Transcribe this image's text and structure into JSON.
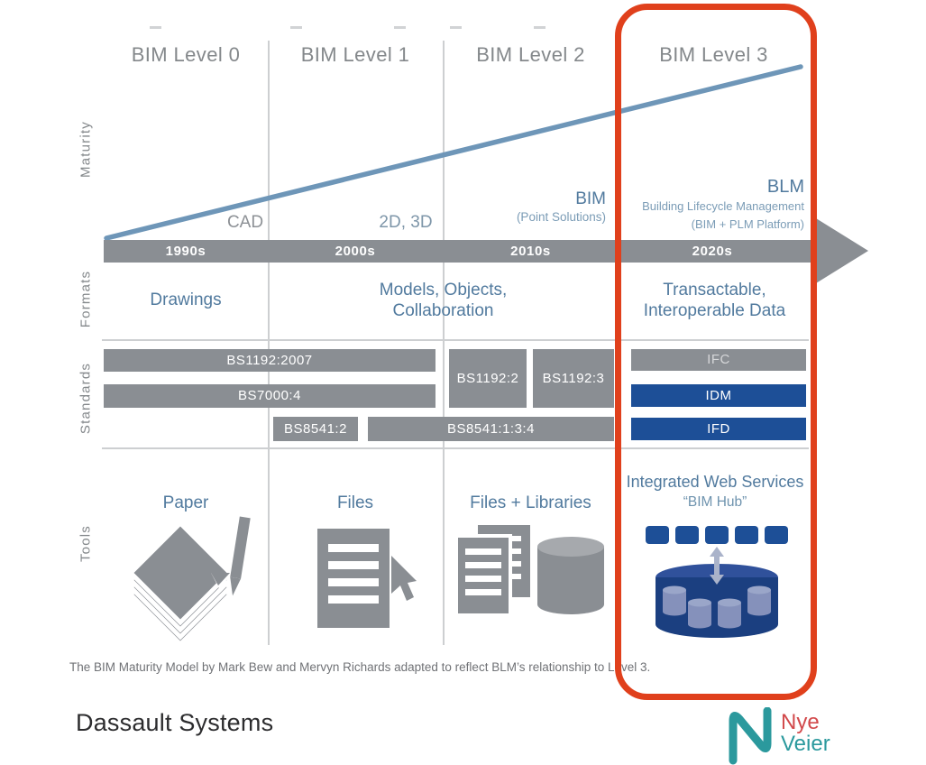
{
  "columns": [
    {
      "label": "BIM Level 0"
    },
    {
      "label": "BIM Level 1"
    },
    {
      "label": "BIM Level 2"
    },
    {
      "label": "BIM Level 3"
    }
  ],
  "row_labels": {
    "maturity": "Maturity",
    "formats": "Formats",
    "standards": "Standards",
    "tools": "Tools"
  },
  "timeline": {
    "decades": [
      {
        "label": "1990s"
      },
      {
        "label": "2000s"
      },
      {
        "label": "2010s"
      },
      {
        "label": "2020s"
      }
    ]
  },
  "eras": {
    "cad": "CAD",
    "d2_3d": "2D, 3D",
    "bim": "BIM",
    "bim_sub": "(Point Solutions)",
    "blm": "BLM",
    "blm_sub1": "Building Lifecycle Management",
    "blm_sub2": "(BIM + PLM Platform)"
  },
  "formats": {
    "level0": "Drawings",
    "level12_line1": "Models, Objects,",
    "level12_line2": "Collaboration",
    "level3_line1": "Transactable,",
    "level3_line2": "Interoperable Data"
  },
  "standards": {
    "bs1192_2007": "BS1192:2007",
    "bs7000_4": "BS7000:4",
    "bs8541_2": "BS8541:2",
    "bs8541_134": "BS8541:1:3:4",
    "bs1192_2": "BS1192:2",
    "bs1192_3": "BS1192:3",
    "ifc": "IFC",
    "idm": "IDM",
    "ifd": "IFD"
  },
  "tools": {
    "level0": "Paper",
    "level1": "Files",
    "level2": "Files + Libraries",
    "level3_line1": "Integrated Web Services",
    "level3_line2": "“BIM Hub”"
  },
  "caption": "The BIM Maturity Model by Mark Bew and Mervyn Richards adapted to reflect BLM’s relationship to Level 3.",
  "source": "Dassault Systems",
  "logo": {
    "line1": "Nye",
    "line2": "Veier"
  },
  "colors": {
    "bar_gray": "#8a8e93",
    "divider": "#cdcfd1",
    "header_gray": "#84888b",
    "steel_blue": "#517a9e",
    "light_steel": "#7b9cb6",
    "line_blue": "#6e96b8",
    "dark_blue": "#1d4f97",
    "red": "#e0401c",
    "teal": "#2b999d",
    "nye_red": "#d2494b"
  }
}
